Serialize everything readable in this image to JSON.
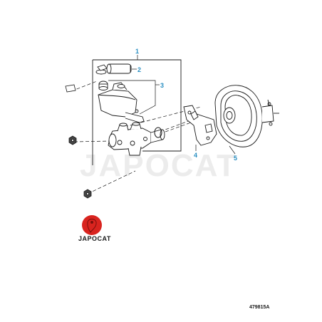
{
  "diagram": {
    "callouts": [
      "1",
      "2",
      "3",
      "4",
      "5"
    ],
    "reference": "479815A",
    "watermark": "JAPOCAT",
    "logo": {
      "text": "JAPOCAT"
    },
    "colors": {
      "line": "#1a1a1a",
      "callout": "#2a8fc2",
      "logo_red": "#d9241f",
      "watermark": "#e8e8e8"
    }
  }
}
